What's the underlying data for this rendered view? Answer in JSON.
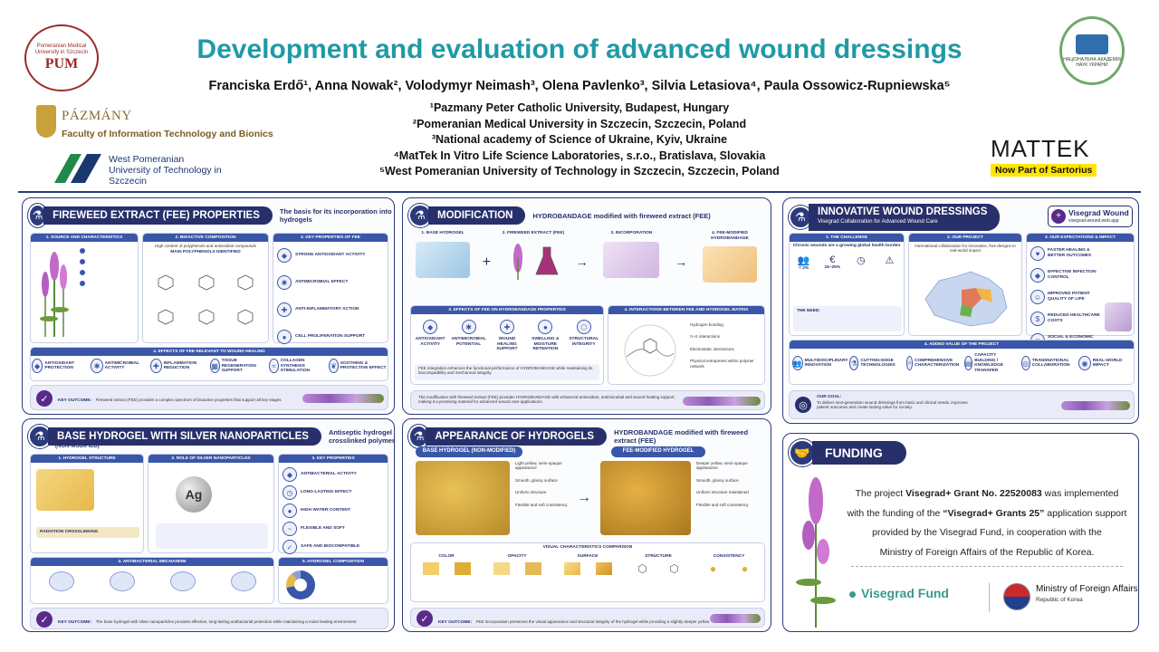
{
  "header": {
    "title": "Development and evaluation of advanced wound dressings",
    "authors": "Franciska Erdő¹, Anna Nowak², Volodymyr Neimash³, Olena Pavlenko³, Silvia Letasiova⁴, Paula Ossowicz-Rupniewska⁵",
    "affiliations": [
      "¹Pazmany Peter Catholic University, Budapest, Hungary",
      "²Pomeranian Medical University in Szczecin, Szczecin, Poland",
      "³National academy of Science of Ukraine, Kyiv, Ukraine",
      "⁴MatTek In Vitro Life Science Laboratories, s.r.o., Bratislava, Slovakia",
      "⁵West Pomeranian University of Technology in Szczecin, Szczecin, Poland"
    ],
    "logos": {
      "pum": "PUM",
      "pum_ring": "Pomeranian Medical University in Szczecin",
      "pazmany_name": "PÁZMÁNY",
      "pazmany_faculty": "Faculty of Information Technology and Bionics",
      "zut": "West Pomeranian University of Technology in Szczecin",
      "nasu": "НАЦІОНАЛЬНА АКАДЕМІЯ НАУК УКРАЇНИ",
      "mattek": "MATTEK",
      "mattek_sub": "Now Part of Sartorius"
    }
  },
  "panels": {
    "fee": {
      "title": "FIREWEED EXTRACT (FEE) PROPERTIES",
      "subtitle": "The basis for its incorporation into hydrogels",
      "sections": [
        "1. SOURCE AND CHARACTERISTICS",
        "2. BIOACTIVE COMPOSITION",
        "3. KEY PROPERTIES OF FEE"
      ],
      "composition_note": "High content of polyphenols and antioxidant compounds",
      "main_compounds": "MAIN POLYPHENOLS IDENTIFIED",
      "properties": [
        "STRONG ANTIOXIDANT ACTIVITY",
        "ANTIMICROBIAL EFFECT",
        "ANTI-INFLAMMATORY ACTION",
        "CELL PROLIFERATION SUPPORT"
      ],
      "effects_title": "4. EFFECTS OF FEE RELEVANT TO WOUND HEALING",
      "effects": [
        "ANTIOXIDANT PROTECTION",
        "ANTIMICROBIAL ACTIVITY",
        "INFLAMMATION REDUCTION",
        "TISSUE REGENERATION SUPPORT",
        "COLLAGEN SYNTHESIS STIMULATION",
        "SOOTHING & PROTECTIVE EFFECT"
      ],
      "key_outcome_label": "KEY OUTCOME:",
      "key_outcome": "Fireweed extract (FEE) provides a complex spectrum of bioactive properties that support all key stages of wound healing, making it an ideal natural ingredient for functional hydrogel applications."
    },
    "base": {
      "title": "BASE HYDROGEL WITH SILVER NANOPARTICLES",
      "title2": "(NON-MODIFIED)",
      "subtitle": "Antiseptic hydrogel based on radiation crosslinked polymer with AgNPs",
      "sections": [
        "1. HYDROGEL STRUCTURE",
        "2. ROLE OF SILVER NANOPARTICLES",
        "3. KEY PROPERTIES"
      ],
      "ag_label": "Ag",
      "properties": [
        "ANTIBACTERIAL ACTIVITY",
        "LONG-LASTING EFFECT",
        "HIGH WATER CONTENT",
        "FLEXIBLE AND SOFT",
        "SAFE AND BIOCOMPATIBLE"
      ],
      "mechanism_title": "4. ANTIBACTERIAL MECHANISM",
      "composition_title": "5. HYDROGEL COMPOSITION",
      "radiation_label": "RADIATION CROSSLINKING",
      "key_outcome_label": "KEY OUTCOME:",
      "key_outcome": "The base hydrogel with silver nanoparticles provides effective, long-lasting antibacterial protection while maintaining a moist healing environment and high comfort for the patient."
    },
    "modification": {
      "title": "MODIFICATION",
      "subtitle": "HYDROBANDAGE modified with fireweed extract (FEE)",
      "steps": [
        "1. BASE HYDROGEL",
        "2. FIREWEED EXTRACT (FEE)",
        "3. INCORPORATION",
        "4. FEE-MODIFIED HYDROBANDAGE"
      ],
      "step_ops": [
        "+",
        "→",
        "→"
      ],
      "effects_title": "3. EFFECTS OF FEE ON HYDROBANDAGE PROPERTIES",
      "effects": [
        "ANTIOXIDANT ACTIVITY",
        "ANTIMICROBIAL POTENTIAL",
        "WOUND HEALING SUPPORT",
        "SWELLING & MOISTURE RETENTION",
        "STRUCTURAL INTEGRITY"
      ],
      "interactions_title": "4. INTERACTIONS BETWEEN FEE AND HYDROGEL MATRIX",
      "interactions": [
        "Hydrogen bonding",
        "π–π interactions",
        "Electrostatic interactions",
        "Physical entrapment within polymer network"
      ],
      "note": "FEE integration enhances the functional performance of HYDROBANDAGE while maintaining its biocompatibility and mechanical integrity.",
      "bottom": "The modification with fireweed extract (FEE) provides HYDROBANDAGE with enhanced antioxidant, antimicrobial and wound healing support, making it a promising material for advanced wound care applications."
    },
    "appearance": {
      "title": "APPEARANCE OF HYDROGELS",
      "subtitle": "HYDROBANDAGE modified with fireweed extract (FEE)",
      "base_label": "BASE HYDROGEL (NON-MODIFIED)",
      "fee_label": "FEE-MODIFIED HYDROGEL",
      "base_points": [
        "Light yellow, semi-opaque appearance",
        "Smooth, glossy surface",
        "Uniform structure",
        "Flexible and soft consistency"
      ],
      "fee_points": [
        "Deeper yellow, semi-opaque appearance",
        "Smooth, glossy surface",
        "Uniform structure maintained",
        "Flexible and soft consistency"
      ],
      "comparison_title": "VISUAL CHARACTERISTICS COMPARISON",
      "comparison": [
        "COLOR",
        "OPACITY",
        "SURFACE",
        "STRUCTURE",
        "CONSISTENCY"
      ],
      "key_outcome_label": "KEY OUTCOME:",
      "key_outcome": "FEE incorporation preserves the visual appearance and structural integrity of the hydrogel while providing a slightly deeper yellow hue."
    },
    "innovative": {
      "title": "INNOVATIVE WOUND DRESSINGS",
      "subtitle": "Visegrad Collaboration for Advanced Wound Care",
      "vw_title": "Visegrad Wound",
      "vw_url": "visegrad-wound.web.app",
      "sections": [
        "1. THE CHALLENGE",
        "2. OUR PROJECT",
        "3. OUR EXPECTATIONS & IMPACT"
      ],
      "challenge_text": "Chronic wounds are a growing global health burden",
      "stats": [
        "≈ 2%",
        "15–25%",
        "",
        ""
      ],
      "project_text": "International collaboration for innovative, free designs to real-world impact",
      "need_label": "THE NEED:",
      "impacts": [
        "FASTER HEALING & BETTER OUTCOMES",
        "EFFECTIVE INFECTION CONTROL",
        "IMPROVED PATIENT QUALITY OF LIFE",
        "REDUCED HEALTHCARE COSTS",
        "SOCIAL & ECONOMIC IMPACT"
      ],
      "added_value_title": "4. ADDED VALUE OF THE PROJECT",
      "added_values": [
        "MULTIDISCIPLINARY INNOVATION",
        "CUTTING-EDGE TECHNOLOGIES",
        "COMPREHENSIVE CHARACTERIZATION",
        "CAPACITY BUILDING / KNOWLEDGE TRANSFER",
        "TRANSNATIONAL COLLABORATION",
        "REAL-WORLD IMPACT"
      ],
      "goal_label": "OUR GOAL:",
      "goal_text": "To deliver next-generation wound dressings from basic and clinical needs, improves patient outcomes and create lasting value for society."
    },
    "funding": {
      "title": "FUNDING",
      "line1_a": "The project ",
      "line1_b": "Visegrad+ Grant No. 22520083",
      "line1_c": " was implemented",
      "line2_a": "with the funding of the ",
      "line2_b": "“Visegrad+ Grants 25”",
      "line2_c": " application support",
      "line3": "provided by the Visegrad Fund, in cooperation with the",
      "line4": "Ministry of Foreign Affairs of the Republic of Korea.",
      "visegrad_fund": "Visegrad Fund",
      "mofa_1": "Ministry of Foreign Affairs",
      "mofa_2": "Republic of Korea"
    }
  },
  "colors": {
    "title": "#1f9aa6",
    "navy": "#27306a",
    "purple": "#5a2a8a",
    "gel_base": "#e8c050",
    "gel_fee": "#e0a830"
  }
}
